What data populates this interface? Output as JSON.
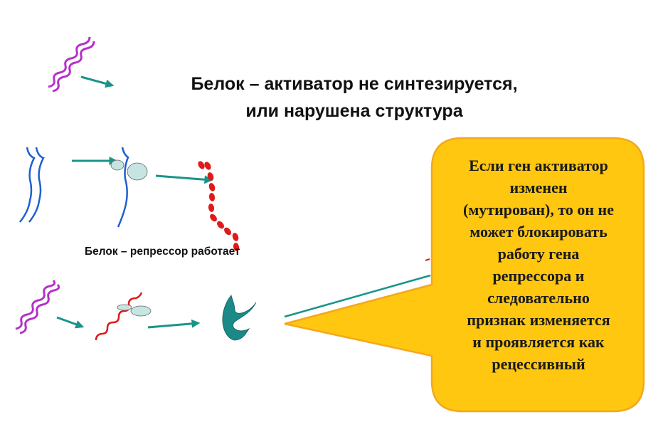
{
  "title": {
    "line1": "Белок – активатор не синтезируется,",
    "line2": "или нарушена структура"
  },
  "repressor_label": "Белок – репрессор работает",
  "callout": {
    "lines": [
      "Если ген активатор",
      "изменен",
      "(мутирован), то он не",
      "может блокировать",
      "работу гена",
      "репрессора и",
      "следовательно",
      "признак изменяется",
      "и проявляется как",
      "рецессивный"
    ]
  },
  "colors": {
    "dna_activator": "#B431C8",
    "dna_repressor": "#1F5FD0",
    "protein": "#E01A1A",
    "arrow": "#1A9488",
    "callout_fill": "#FFC70F",
    "callout_stroke": "#F4A81C",
    "blob": "#C6E4E1"
  }
}
